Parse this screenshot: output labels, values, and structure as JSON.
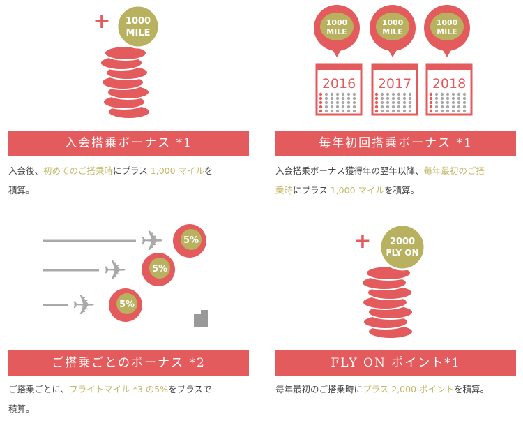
{
  "colors": {
    "red": "#e35b5d",
    "gold": "#b8b15f",
    "gray": "#a9a9a9"
  },
  "cards": [
    {
      "title": "入会搭乗ボーナス *1",
      "desc": [
        "入会後、",
        "初めてのご搭乗時",
        "にプラス ",
        "1,000 マイル",
        "を",
        "積算。"
      ],
      "coin": [
        "1000",
        "MILE"
      ]
    },
    {
      "title": "毎年初回搭乗ボーナス *1",
      "desc": [
        "入会搭乗ボーナス獲得年の翌年以降、",
        "毎年最初のご搭",
        "乗時",
        "にプラス ",
        "1,000 マイル",
        "を積算。"
      ],
      "coin": [
        "1000",
        "MILE"
      ],
      "years": [
        "2016",
        "2017",
        "2018"
      ]
    },
    {
      "title": "ご搭乗ごとのボーナス *2",
      "desc": [
        "ご搭乗ごとに、",
        "フライトマイル *3 の5%",
        "をプラスで",
        "積算。"
      ],
      "badge": "5%"
    },
    {
      "title": "FLY ON ポイント*1",
      "desc": [
        "毎年最初のご搭乗時に",
        "プラス 2,000 ポイント",
        "を積算。"
      ],
      "coin": [
        "2000",
        "FLY ON"
      ]
    }
  ]
}
